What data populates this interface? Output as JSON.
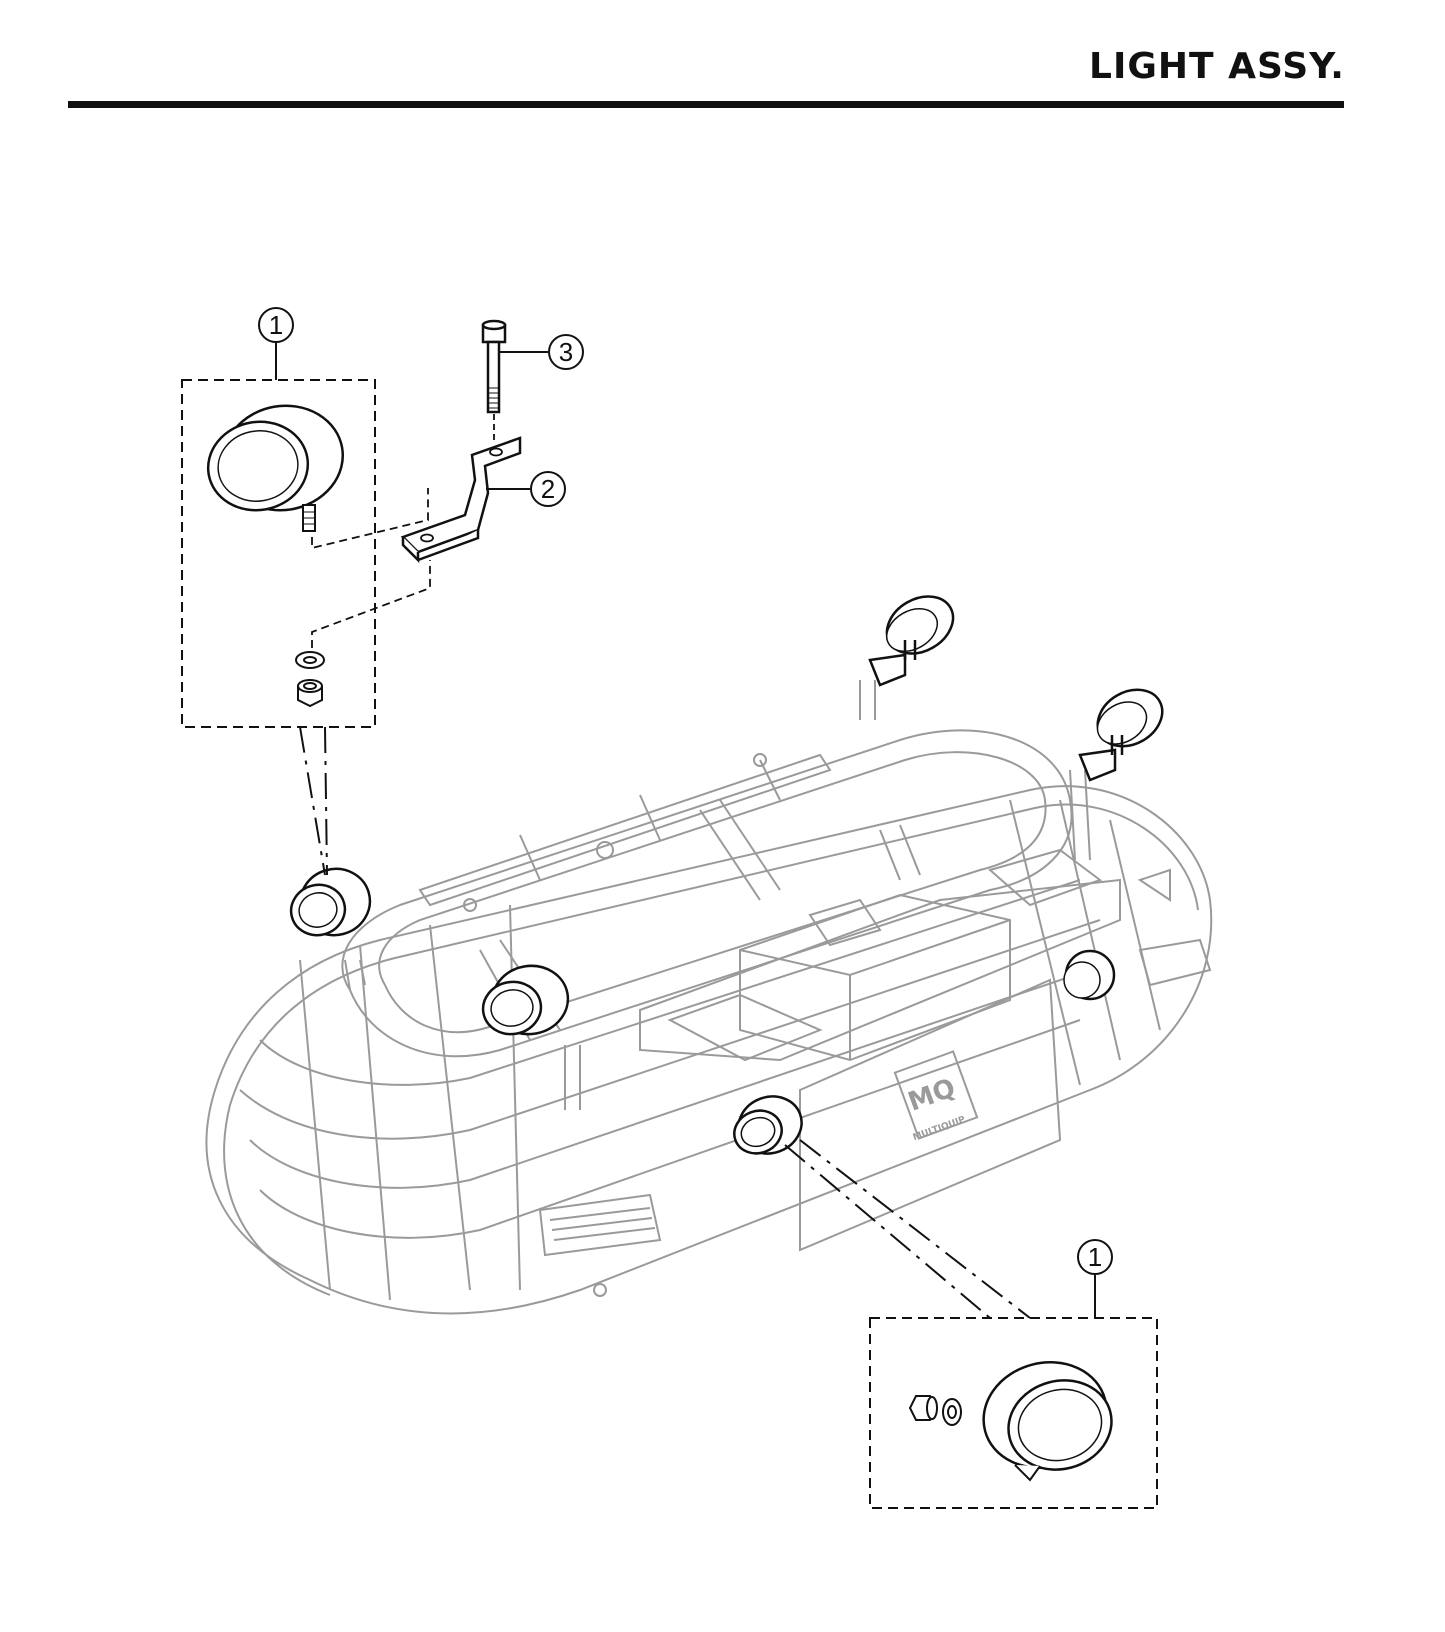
{
  "header": {
    "title": "LIGHT ASSY."
  },
  "callouts": {
    "top_light": "1",
    "bracket": "2",
    "bolt": "3",
    "bottom_light": "1"
  },
  "logo": {
    "text": "MULTIQUIP",
    "mark": "MQ"
  },
  "colors": {
    "ink": "#111111",
    "ghost": "#9a9a9a",
    "paper": "#ffffff"
  }
}
